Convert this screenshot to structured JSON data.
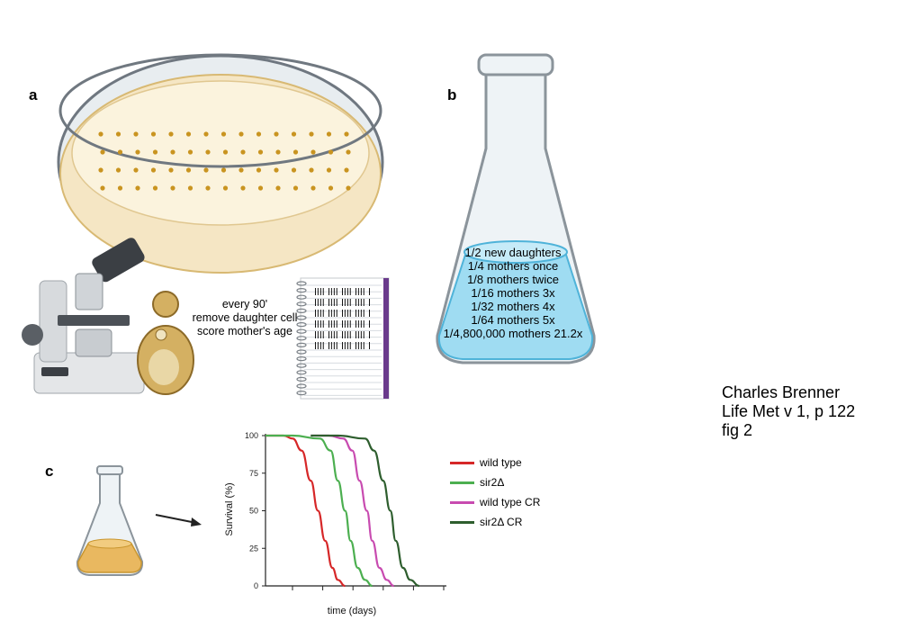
{
  "panels": {
    "a": "a",
    "b": "b",
    "c": "c"
  },
  "microscope_text": [
    "every 90'",
    "remove daughter cell",
    "score mother's age"
  ],
  "notebook_tally": [
    "ꞁꞁꞁꞁ ꞁꞁꞁꞁ ꞁꞁꞁꞁ ꞁꞁꞁꞁ ꞁ"
  ],
  "flask_lines": [
    "1/2 new daughters",
    "1/4 mothers once",
    "1/8 mothers twice",
    "1/16 mothers 3x",
    "1/32 mothers 4x",
    "1/64 mothers 5x",
    "1/4,800,000 mothers 21.2x"
  ],
  "credit": [
    "Charles Brenner",
    "Life Met v 1, p 122",
    "fig 2"
  ],
  "colors": {
    "wild_type": "#d62728",
    "sir2": "#4caf50",
    "wild_type_cr": "#c84bb0",
    "sir2_cr": "#2e5e2e",
    "agar": "#f5e6c4",
    "colony": "#c99420",
    "medium_blue": "#7fd0ec",
    "medium_yellow": "#e9b860"
  },
  "chart_data": {
    "type": "line",
    "title": "",
    "xlabel": "time (days)",
    "ylabel": "Survival (%)",
    "ylim": [
      0,
      100
    ],
    "yticks": [
      0,
      25,
      50,
      75,
      100
    ],
    "xlim": [
      0,
      10
    ],
    "series": [
      {
        "name": "wild type",
        "color": "#d62728",
        "x": [
          0,
          1,
          1.5,
          2,
          2.5,
          2.9,
          3.3,
          3.7,
          4.0,
          4.4
        ],
        "y": [
          100,
          100,
          98,
          90,
          70,
          50,
          30,
          12,
          4,
          0
        ]
      },
      {
        "name": "sir2Δ",
        "color": "#4caf50",
        "x": [
          0,
          1.5,
          3,
          3.6,
          4.0,
          4.4,
          4.7,
          5.1,
          5.5,
          5.9
        ],
        "y": [
          100,
          100,
          98,
          90,
          70,
          50,
          30,
          12,
          4,
          0
        ]
      },
      {
        "name": "wild type CR",
        "color": "#c84bb0",
        "x": [
          2.5,
          3.5,
          4.3,
          4.8,
          5.2,
          5.6,
          5.9,
          6.3,
          6.7,
          7.1
        ],
        "y": [
          100,
          100,
          98,
          90,
          70,
          50,
          30,
          12,
          4,
          0
        ]
      },
      {
        "name": "sir2Δ CR",
        "color": "#2e5e2e",
        "x": [
          2.5,
          4,
          5.5,
          6.0,
          6.5,
          6.9,
          7.2,
          7.6,
          8.0,
          8.5
        ],
        "y": [
          100,
          100,
          98,
          90,
          70,
          50,
          30,
          12,
          4,
          0
        ]
      }
    ]
  },
  "legend": [
    "wild type",
    "sir2Δ",
    "wild type CR",
    "sir2Δ CR"
  ]
}
